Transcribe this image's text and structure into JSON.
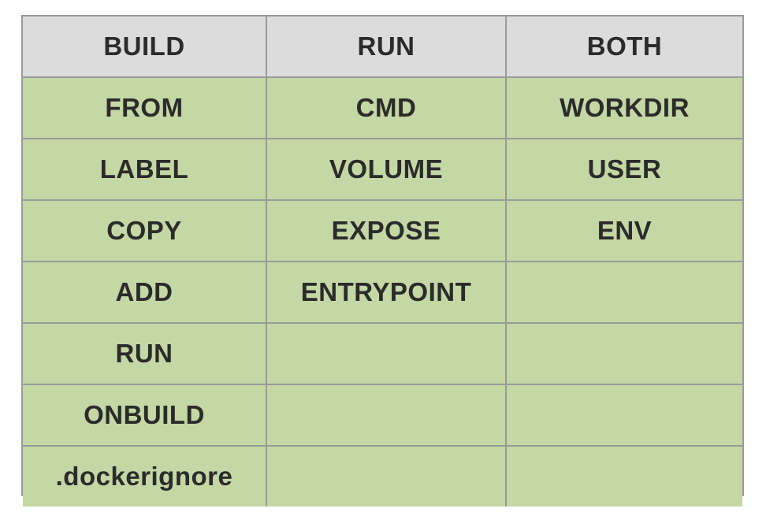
{
  "table": {
    "headers": [
      "BUILD",
      "RUN",
      "BOTH"
    ],
    "rows": [
      [
        "FROM",
        "CMD",
        "WORKDIR"
      ],
      [
        "LABEL",
        "VOLUME",
        "USER"
      ],
      [
        "COPY",
        "EXPOSE",
        "ENV"
      ],
      [
        "ADD",
        "ENTRYPOINT",
        ""
      ],
      [
        "RUN",
        "",
        ""
      ],
      [
        "ONBUILD",
        "",
        ""
      ],
      [
        ".dockerignore",
        "",
        ""
      ]
    ]
  },
  "colors": {
    "header_bg": "#dcdcdc",
    "cell_bg": "#c4d7a4",
    "border": "#9a9a9a",
    "text": "#2b2b2b"
  }
}
